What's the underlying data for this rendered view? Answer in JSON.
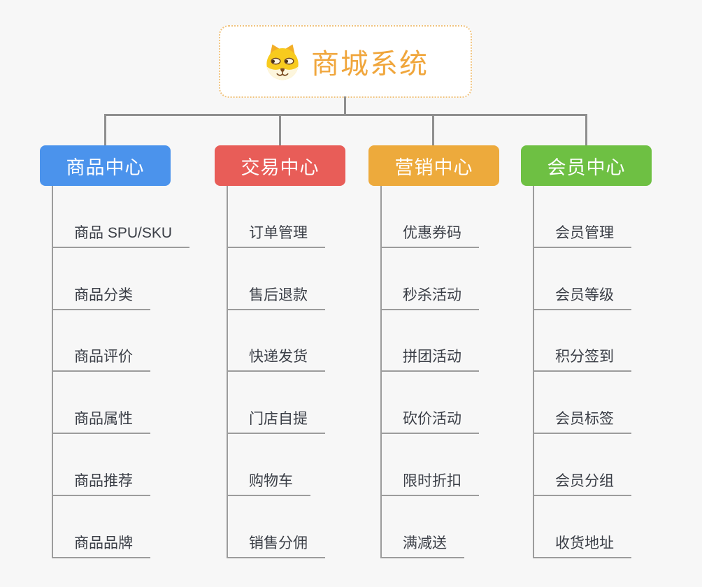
{
  "root": {
    "title": "商城系统",
    "icon": "dog-icon"
  },
  "branches": [
    {
      "label": "商品中心",
      "color": "#4b93ec",
      "children": [
        "商品 SPU/SKU",
        "商品分类",
        "商品评价",
        "商品属性",
        "商品推荐",
        "商品品牌"
      ]
    },
    {
      "label": "交易中心",
      "color": "#e85d58",
      "children": [
        "订单管理",
        "售后退款",
        "快递发货",
        "门店自提",
        "购物车",
        "销售分佣"
      ]
    },
    {
      "label": "营销中心",
      "color": "#edaa3c",
      "children": [
        "优惠券码",
        "秒杀活动",
        "拼团活动",
        "砍价活动",
        "限时折扣",
        "满减送"
      ]
    },
    {
      "label": "会员中心",
      "color": "#6ec043",
      "children": [
        "会员管理",
        "会员等级",
        "积分签到",
        "会员标签",
        "会员分组",
        "收货地址"
      ]
    }
  ],
  "colors": {
    "background": "#f7f7f7",
    "connector": "#8f8f8f",
    "underline": "#9c9c9c",
    "title_text": "#f0a63c",
    "root_border": "#f0c37e",
    "item_text": "#3a3e46"
  }
}
